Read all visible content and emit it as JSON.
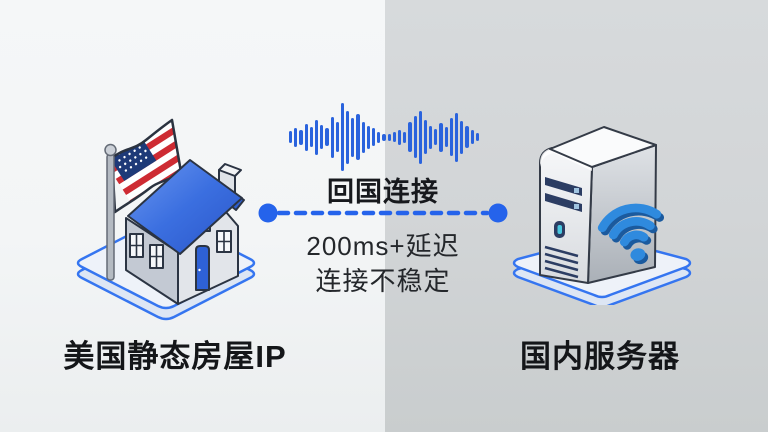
{
  "left": {
    "label": "美国静态房屋IP",
    "illustration": "house-with-us-flag-icon"
  },
  "right": {
    "label": "国内服务器",
    "illustration": "server-tower-with-wifi-icon"
  },
  "connection": {
    "title": "回国连接",
    "latency": "200ms+延迟",
    "stability": "连接不稳定",
    "waveform_icon": "audio-waveform-icon",
    "link_icon": "dashed-connection-link",
    "waveform_bars": [
      0.18,
      0.28,
      0.22,
      0.4,
      0.3,
      0.52,
      0.36,
      0.26,
      0.6,
      0.44,
      1.0,
      0.78,
      0.58,
      0.68,
      0.46,
      0.34,
      0.26,
      0.16,
      0.1,
      0.1,
      0.14,
      0.22,
      0.16,
      0.44,
      0.62,
      0.78,
      0.5,
      0.34,
      0.24,
      0.42,
      0.3,
      0.56,
      0.72,
      0.48,
      0.32,
      0.2,
      0.12
    ]
  },
  "colors": {
    "accent_blue": "#2563eb",
    "waveform_blue": "#2a63dd",
    "roof_blue": "#3b6fe0",
    "wifi_blue": "#2f8ade",
    "slot_navy": "#2c3d63",
    "bg_left": "#f4f6f7",
    "bg_right": "#d2d5d7",
    "text_dark": "#17191d",
    "platform_stroke": "#3575f0"
  }
}
